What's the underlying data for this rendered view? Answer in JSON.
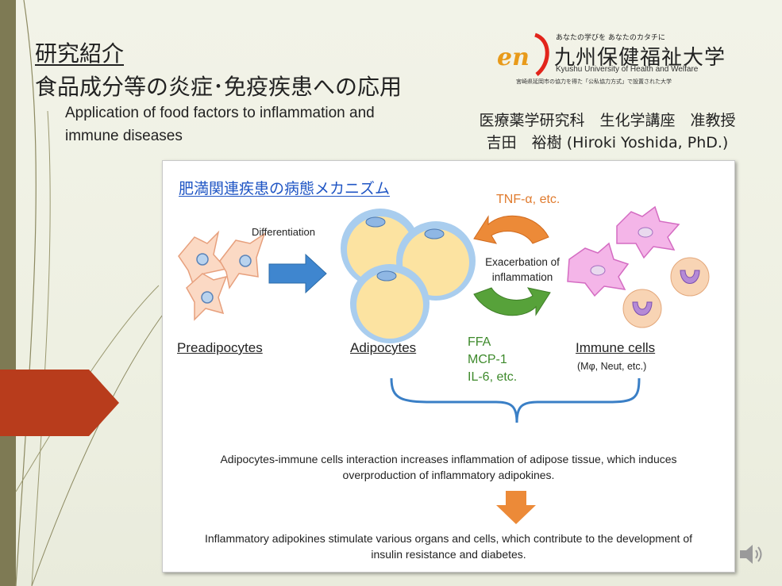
{
  "title_line1": "研究紹介",
  "title_line2": "食品成分等の炎症･免疫疾患への応用",
  "title_en": "Application of food factors to inflammation and immune diseases",
  "logo": {
    "tagline": "あなたの学びを あなたのカタチに",
    "name_jp": "九州保健福祉大学",
    "name_en": "Kyushu University of Health and Welfare",
    "note": "宮崎県延岡市の協力を得た「公私協力方式」で設置された大学",
    "mark_text": "en"
  },
  "affiliation": {
    "line1": "医療薬学研究科　生化学講座　准教授",
    "line2": "吉田　裕樹 (Hiroki Yoshida, PhD.)"
  },
  "figure": {
    "title": "肥満関連疾患の病態メカニズム",
    "differentiation": "Differentiation",
    "tnf": "TNF-α, etc.",
    "exacerbation_line1": "Exacerbation of",
    "exacerbation_line2": "inflammation",
    "preadipocytes": "Preadipocytes",
    "adipocytes": "Adipocytes",
    "factors": [
      "FFA",
      "MCP-1",
      "IL-6, etc."
    ],
    "immune_cells": "Immune cells",
    "immune_sub": "(Mφ, Neut, etc.)",
    "text1": "Adipocytes-immune cells interaction increases inflammation of adipose tissue, which induces overproduction of inflammatory adipokines.",
    "text2": "Inflammatory adipokines stimulate various organs and cells, which contribute to the development of insulin resistance and diabetes."
  },
  "colors": {
    "accent_blue": "#1f55c4",
    "orange": "#e07b2e",
    "green": "#3e8a2c",
    "red_arrow": "#b83c1c"
  }
}
